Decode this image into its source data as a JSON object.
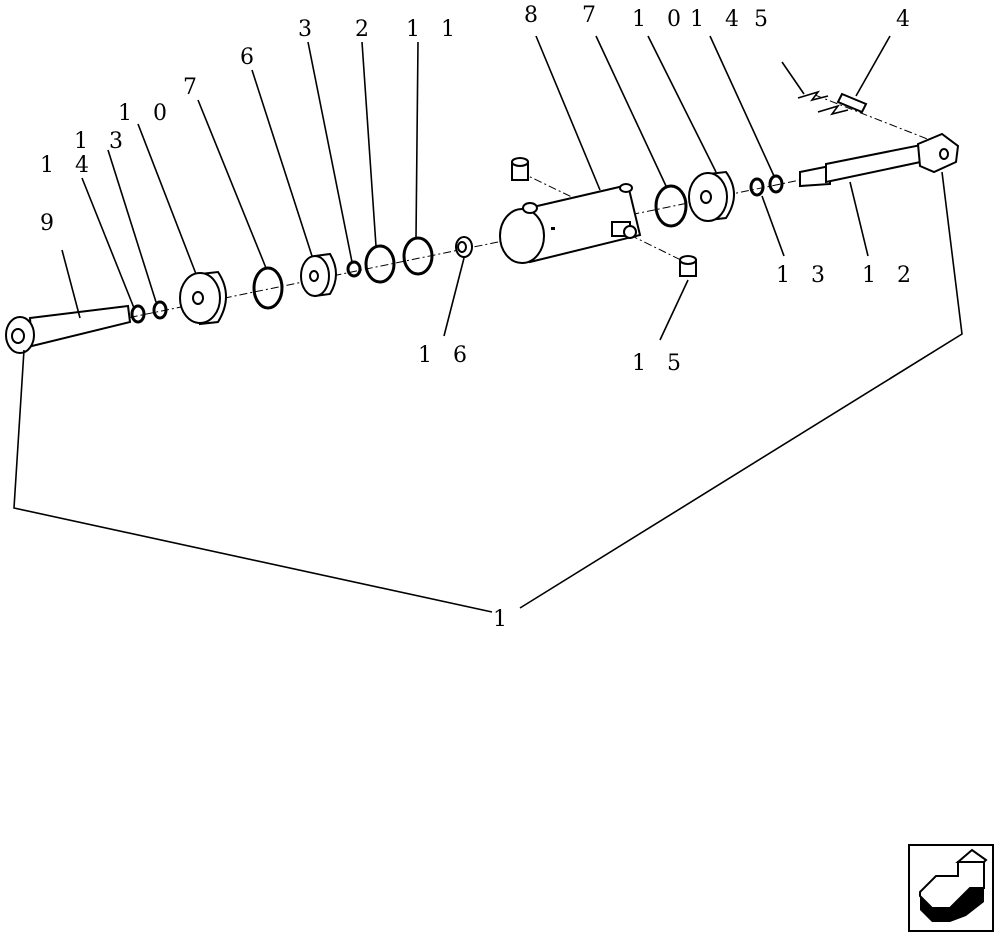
{
  "diagram": {
    "callouts": {
      "item_1": "1",
      "item_2": "2",
      "item_3": "3",
      "item_4": "4",
      "item_5": "5",
      "item_6": "6",
      "item_7_left": "7",
      "item_7_right": "7",
      "item_8": "8",
      "item_9": "9",
      "item_10_left": "1 0",
      "item_10_right": "1 0",
      "item_11": "1 1",
      "item_12": "1 2",
      "item_13_left": "1 3",
      "item_13_right": "1 3",
      "item_14_left": "1 4",
      "item_14_right": "1 4",
      "item_15": "1 5",
      "item_16": "1 6"
    }
  },
  "navigation": {
    "icon": "arrow-nav-icon"
  }
}
